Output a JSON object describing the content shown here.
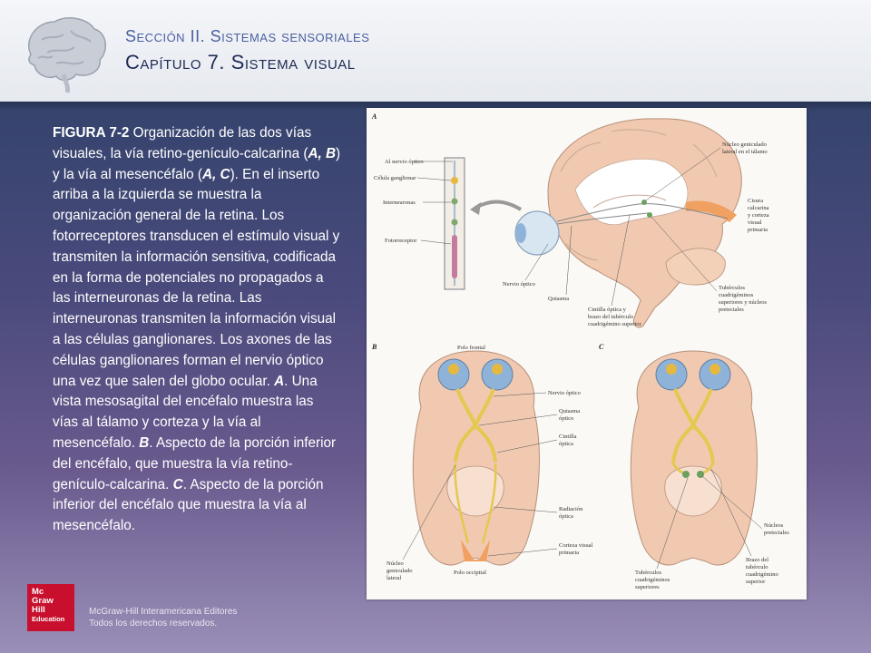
{
  "header": {
    "section": "Sección II. Sistemas sensoriales",
    "chapter": "Capítulo 7. Sistema visual"
  },
  "caption": {
    "label": "FIGURA 7-2",
    "p1": " Organización de las dos vías visuales, la vía retino-genículo-calcarina (",
    "a1": "A, B",
    "p2": ") y la vía al mesencéfalo (",
    "a2": "A, C",
    "p3": "). En el inserto arriba a la izquierda se muestra la organización general de la retina. Los fotorreceptores transducen el estímulo visual y transmiten la información sensitiva, codificada en la forma de potenciales no propagados a las interneuronas de la retina. Las interneuronas transmiten la información visual a las células ganglionares. Los axones de las células ganglionares forman el nervio óptico una vez que salen del globo ocular. ",
    "a3": "A",
    "p4": ". Una vista mesosagital del encéfalo muestra las vías al tálamo y corteza y la vía al mesencéfalo. ",
    "a4": "B",
    "p5": ". Aspecto de la porción inferior del encéfalo, que muestra la vía retino-genículo-calcarina. ",
    "a5": "C",
    "p6": ". Aspecto de la porción inferior del encéfalo que muestra la vía al mesencéfalo."
  },
  "figure": {
    "panel_a": "A",
    "panel_b": "B",
    "panel_c": "C",
    "a_labels": {
      "nervio_optico_arrow": "Al nervio óptico",
      "celula_ganglionar": "Célula ganglionar",
      "interneuronas": "Interneuronas",
      "fotorreceptor": "Fotorreceptor",
      "nucleo_geniculado_1": "Núcleo geniculado",
      "nucleo_geniculado_2": "lateral en el tálamo",
      "cisura_1": "Cisura",
      "cisura_2": "calcarina",
      "cisura_3": "y corteza",
      "cisura_4": "visual",
      "cisura_5": "primaria",
      "nervio_optico": "Nervio óptico",
      "quiasma": "Quiasma",
      "cintilla_1": "Cintilla óptica y",
      "cintilla_2": "brazo del tubérculo",
      "cintilla_3": "cuadrigémino superior",
      "tuberculos_1": "Tubérculos",
      "tuberculos_2": "cuadrigéminos",
      "tuberculos_3": "superiores y núcleos",
      "tuberculos_4": "pretectales"
    },
    "b_labels": {
      "polo_frontal": "Polo frontal",
      "nervio_optico": "Nervio óptico",
      "quiasma_1": "Quiasma",
      "quiasma_2": "óptico",
      "cintilla_1": "Cintilla",
      "cintilla_2": "óptica",
      "radiacion_1": "Radiación",
      "radiacion_2": "óptica",
      "corteza_1": "Corteza visual",
      "corteza_2": "primaria",
      "nucleo_1": "Núcleo",
      "nucleo_2": "geniculado",
      "nucleo_3": "lateral",
      "polo_occipital": "Polo occipital"
    },
    "c_labels": {
      "nucleos_1": "Núcleos",
      "nucleos_2": "pretectales",
      "brazo_1": "Brazo del",
      "brazo_2": "tubérculo",
      "brazo_3": "cuadrigémino",
      "brazo_4": "superior",
      "tuberculos_1": "Tubérculos",
      "tuberculos_2": "cuadrigéminos",
      "tuberculos_3": "superiores"
    }
  },
  "footer": {
    "logo_lines": [
      "Mc",
      "Graw",
      "Hill",
      "Education"
    ],
    "publisher": "McGraw-Hill Interamericana Editores",
    "rights": "Todos los derechos reservados."
  },
  "colors": {
    "header_bg": "#eef0f4",
    "section_text": "#4a5fa0",
    "chapter_text": "#1e2a55",
    "logo_red": "#c8102e"
  }
}
